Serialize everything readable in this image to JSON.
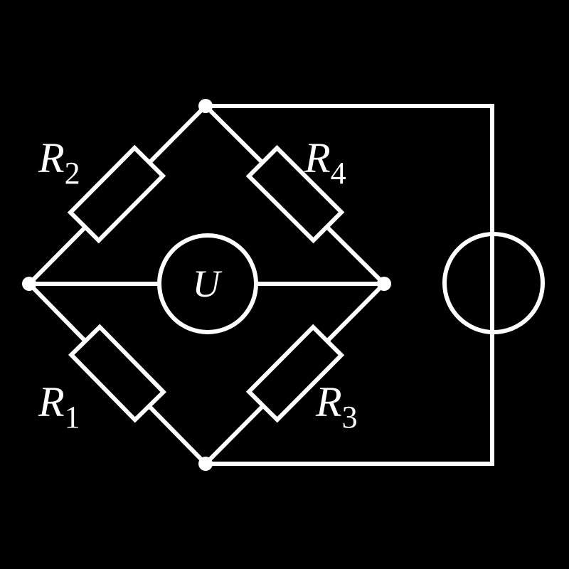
{
  "diagram": {
    "colors": {
      "background": "#000000",
      "stroke": "#ffffff"
    },
    "labels": {
      "r2": {
        "main": "R",
        "sub": "2"
      },
      "r4": {
        "main": "R",
        "sub": "4"
      },
      "r1": {
        "main": "R",
        "sub": "1"
      },
      "r3": {
        "main": "R",
        "sub": "3"
      },
      "meter": "U"
    }
  }
}
